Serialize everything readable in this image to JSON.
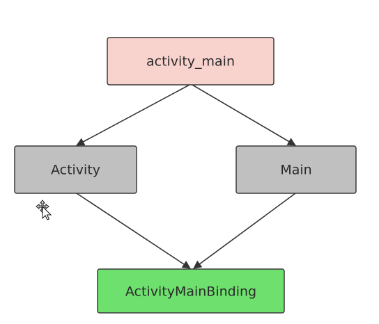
{
  "diagram": {
    "nodes": {
      "activity_main": {
        "label": "activity_main",
        "color": "#f8d3cd"
      },
      "activity": {
        "label": "Activity",
        "color": "#c0c0c0"
      },
      "main": {
        "label": "Main",
        "color": "#c0c0c0"
      },
      "binding": {
        "label": "ActivityMainBinding",
        "color": "#6ee06e"
      }
    },
    "edges": [
      {
        "from": "activity_main",
        "to": "activity"
      },
      {
        "from": "activity_main",
        "to": "main"
      },
      {
        "from": "activity",
        "to": "binding"
      },
      {
        "from": "main",
        "to": "binding"
      }
    ]
  },
  "cursor": {
    "icon": "move-cursor-icon"
  }
}
